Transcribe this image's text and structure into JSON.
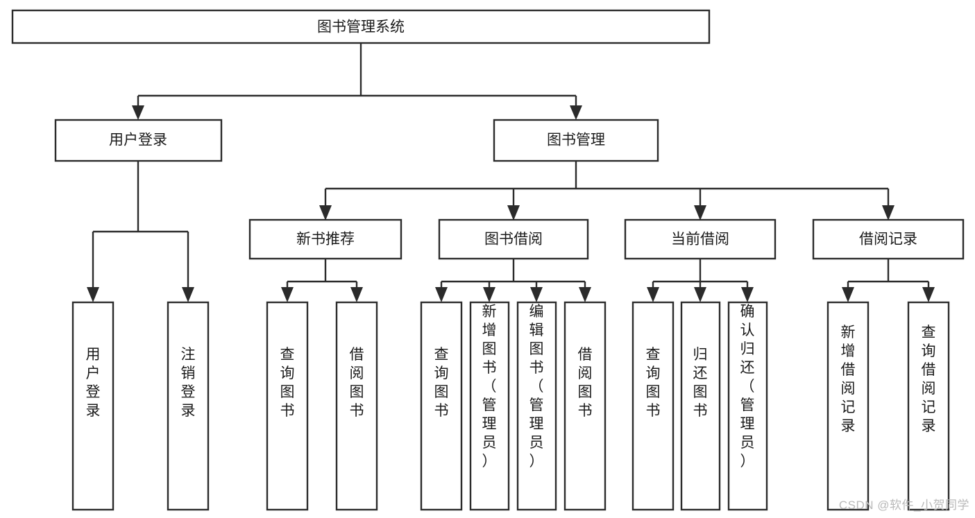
{
  "diagram": {
    "title": "图书管理系统",
    "type": "tree-hierarchy-diagram",
    "orientation": "top-down",
    "background_color": "#ffffff",
    "box_stroke_color": "#2b2b2b",
    "box_fill_color": "#ffffff",
    "text_color": "#1a1a1a",
    "levels": 4,
    "nodes": {
      "root": {
        "label": "图书管理系统",
        "level": 1,
        "orientation": "horizontal"
      },
      "l2_user_login": {
        "label": "用户登录",
        "level": 2,
        "orientation": "horizontal"
      },
      "l2_book_manage": {
        "label": "图书管理",
        "level": 2,
        "orientation": "horizontal"
      },
      "l3_new_book_rec": {
        "label": "新书推荐",
        "level": 3,
        "orientation": "horizontal"
      },
      "l3_book_borrow": {
        "label": "图书借阅",
        "level": 3,
        "orientation": "horizontal"
      },
      "l3_current_borrow": {
        "label": "当前借阅",
        "level": 3,
        "orientation": "horizontal"
      },
      "l4_borrow_record": {
        "label": "借阅记录",
        "level": 3,
        "orientation": "horizontal"
      },
      "leaf_user_login": {
        "label": "用户登录",
        "level": 4,
        "orientation": "vertical"
      },
      "leaf_logout": {
        "label": "注销登录",
        "level": 4,
        "orientation": "vertical"
      },
      "leaf_query_book_1": {
        "label": "查询图书",
        "level": 4,
        "orientation": "vertical"
      },
      "leaf_borrow_book_1": {
        "label": "借阅图书",
        "level": 4,
        "orientation": "vertical"
      },
      "leaf_query_book_2": {
        "label": "查询图书",
        "level": 4,
        "orientation": "vertical"
      },
      "leaf_add_book": {
        "label": "新增图书（管理员）",
        "level": 4,
        "orientation": "vertical"
      },
      "leaf_edit_book": {
        "label": "编辑图书（管理员）",
        "level": 4,
        "orientation": "vertical"
      },
      "leaf_borrow_book_2": {
        "label": "借阅图书",
        "level": 4,
        "orientation": "vertical"
      },
      "leaf_query_book_3": {
        "label": "查询图书",
        "level": 4,
        "orientation": "vertical"
      },
      "leaf_return_book": {
        "label": "归还图书",
        "level": 4,
        "orientation": "vertical"
      },
      "leaf_confirm_return": {
        "label": "确认归还（管理员）",
        "level": 4,
        "orientation": "vertical"
      },
      "leaf_add_record": {
        "label": "新增借阅记录",
        "level": 4,
        "orientation": "vertical"
      },
      "leaf_query_record": {
        "label": "查询借阅记录",
        "level": 4,
        "orientation": "vertical"
      }
    },
    "tree": [
      {
        "label": "图书管理系统",
        "children": [
          {
            "label": "用户登录",
            "children": [
              {
                "label": "用户登录"
              },
              {
                "label": "注销登录"
              }
            ]
          },
          {
            "label": "图书管理",
            "children": [
              {
                "label": "新书推荐",
                "children": [
                  {
                    "label": "查询图书"
                  },
                  {
                    "label": "借阅图书"
                  }
                ]
              },
              {
                "label": "图书借阅",
                "children": [
                  {
                    "label": "查询图书"
                  },
                  {
                    "label": "新增图书（管理员）"
                  },
                  {
                    "label": "编辑图书（管理员）"
                  },
                  {
                    "label": "借阅图书"
                  }
                ]
              },
              {
                "label": "当前借阅",
                "children": [
                  {
                    "label": "查询图书"
                  },
                  {
                    "label": "归还图书"
                  },
                  {
                    "label": "确认归还（管理员）"
                  }
                ]
              },
              {
                "label": "借阅记录",
                "children": [
                  {
                    "label": "新增借阅记录"
                  },
                  {
                    "label": "查询借阅记录"
                  }
                ]
              }
            ]
          }
        ]
      }
    ]
  },
  "watermark": {
    "text": "CSDN @软件_小贺同学"
  }
}
